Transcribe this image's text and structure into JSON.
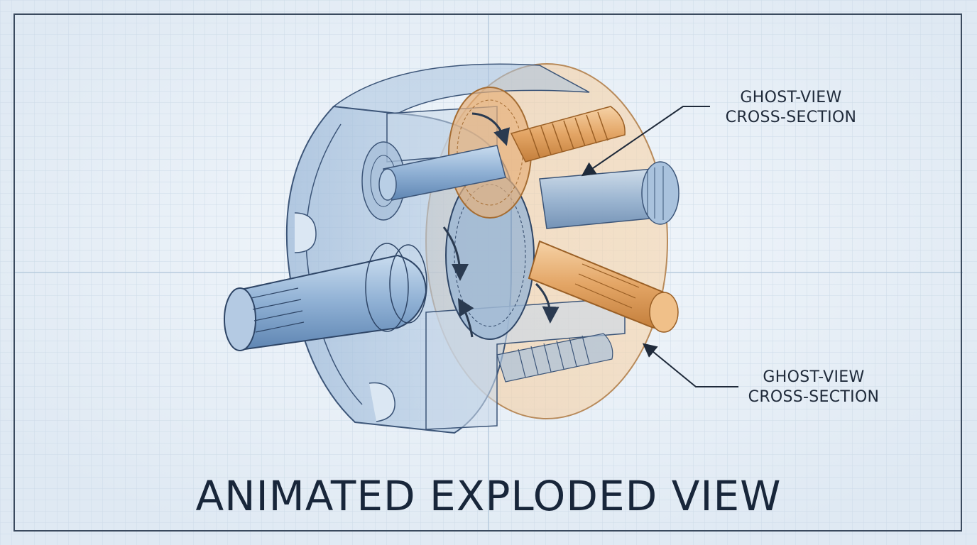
{
  "title": "ANIMATED EXPLODED VIEW",
  "callouts": {
    "top": {
      "line1": "GHOST-VIEW",
      "line2": "CROSS-SECTION"
    },
    "bottom": {
      "line1": "GHOST-VIEW",
      "line2": "CROSS-SECTION"
    }
  },
  "colors": {
    "background": "#e9f1f8",
    "grid": "#c9d9e8",
    "housing_blue": "#8fb0d2",
    "housing_orange": "#e8b27a",
    "outline": "#2a3a50",
    "text": "#1f2a3a"
  }
}
